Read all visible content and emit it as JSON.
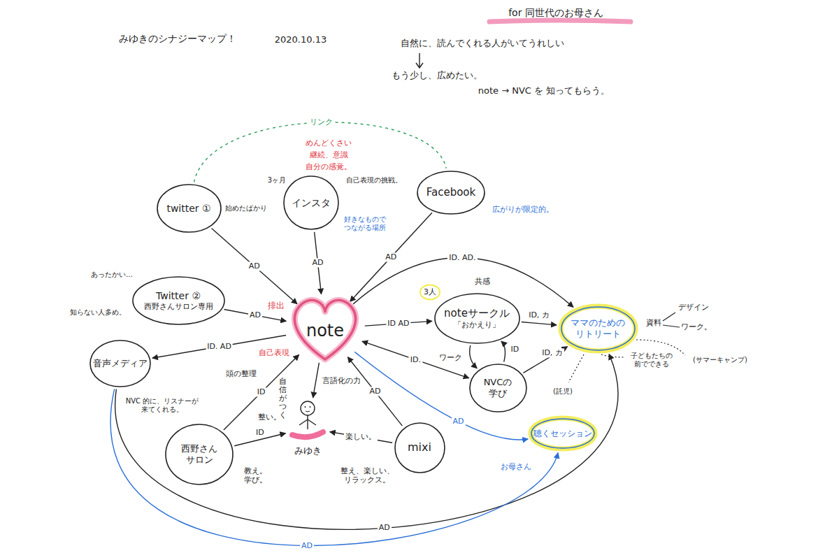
{
  "diagram": {
    "title": "みゆきのシナジーマップ！",
    "nodes": [
      {
        "text": [
          "twitter ①"
        ]
      },
      {
        "text": [
          "インスタ"
        ]
      },
      {
        "text": [
          "Facebook"
        ]
      },
      {
        "text": [
          "Twitter ②",
          "西野さんサロン専用"
        ]
      },
      {
        "text": [
          "note"
        ]
      },
      {
        "text": [
          "noteサークル",
          "「おかえり」"
        ]
      },
      {
        "text": [
          "ママのための リトリート"
        ]
      },
      {
        "text": [
          "音声メディア"
        ]
      },
      {
        "text": [
          "NVCの 学び"
        ]
      },
      {
        "text": [
          "みゆき"
        ]
      },
      {
        "text": [
          "西野さん サロン"
        ]
      },
      {
        "text": [
          "mixi"
        ]
      },
      {
        "text": [
          "聴くセッション"
        ]
      }
    ],
    "edges": [
      {
        "from": 0,
        "to": 4,
        "label": "AD",
        "arrow": "to"
      },
      {
        "from": 1,
        "to": 4,
        "label": "AD",
        "arrow": "to"
      },
      {
        "from": 2,
        "to": 4,
        "label": "AD",
        "arrow": "to"
      },
      {
        "from": 3,
        "to": 4,
        "label": "AD",
        "arrow": "to"
      },
      {
        "from": 4,
        "to": 5,
        "label": "ID AD",
        "arrow": "to"
      },
      {
        "from": 4,
        "to": 6,
        "label": "ID. AD.",
        "arrow": "to"
      },
      {
        "from": 5,
        "to": 6,
        "label": "ID, カ",
        "arrow": "to"
      },
      {
        "from": 8,
        "to": 6,
        "label": "ID, カ",
        "arrow": "to"
      },
      {
        "from": 4,
        "to": 7,
        "label": "ID. AD",
        "arrow": "to"
      },
      {
        "from": 8,
        "to": 4,
        "label": "ID.",
        "arrow": "both"
      },
      {
        "from": 8,
        "to": 5,
        "label": "ID",
        "arrow": "to"
      },
      {
        "from": 5,
        "to": 8,
        "label": "ワーク",
        "arrow": "to"
      },
      {
        "from": 4,
        "to": 12,
        "label": "AD",
        "arrow": "to"
      },
      {
        "from": 10,
        "to": 4,
        "label": "ID",
        "arrow": "to"
      },
      {
        "from": 10,
        "to": 9,
        "label": "ID",
        "arrow": "to"
      },
      {
        "from": 4,
        "to": 9,
        "arrow": "to"
      },
      {
        "from": 11,
        "to": 9,
        "label": "楽しい。",
        "arrow": "to"
      },
      {
        "from": 11,
        "to": 4,
        "label": "AD",
        "arrow": "to"
      },
      {
        "from": 7,
        "to": 6,
        "label": "AD",
        "arrow": "to"
      },
      {
        "from": 7,
        "to": 12,
        "label": "AD",
        "arrow": "to"
      },
      {
        "from": 0,
        "to": 2,
        "label": "リンク",
        "arrow": "none"
      }
    ],
    "labels": [
      "2020.10.13",
      "for 同世代のお母さん",
      "自然に、読んでくれる人がいてうれしい",
      "もう少し、広めたい。",
      "note → NVC を 知ってもらう。",
      "めんどくさい",
      "継続、意識",
      "自分の感覚。",
      "3ヶ月",
      "自己表現の挑戦。",
      "始めたばかり",
      "好きなもので つながる場所",
      "広がりが限定的。",
      "あったかい…",
      "知らない人多め。",
      "排出",
      "自己表現",
      "3人",
      "共感",
      "資料",
      "デザイン",
      "ワーク。",
      "子どもたちの 前でできる",
      "(サマーキャンプ)",
      "(託児)",
      "NVC 的に、リスナーが 来てくれる。",
      "頭の整理",
      "自信がつく",
      "言語化の力",
      "整い。",
      "教え。 学び。",
      "整え、楽しい、 リラックス。",
      "お母さん"
    ]
  }
}
